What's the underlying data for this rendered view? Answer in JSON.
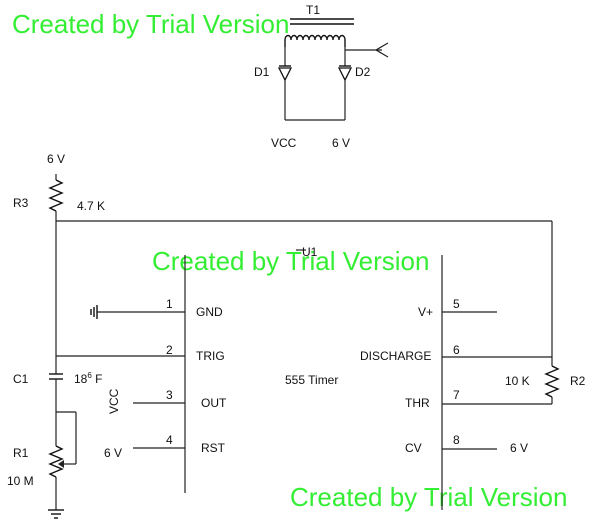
{
  "watermark": "Created by Trial Version",
  "transformer": {
    "ref": "T1"
  },
  "diodes": {
    "d1": "D1",
    "d2": "D2"
  },
  "rectifier_supply": {
    "vcc": "VCC",
    "voltage": "6 V"
  },
  "top_supply": {
    "voltage": "6 V"
  },
  "r3": {
    "ref": "R3",
    "value": "4.7 K"
  },
  "timer": {
    "ref": "U1",
    "name": "555 Timer",
    "pins": [
      {
        "num": "1",
        "label": "GND"
      },
      {
        "num": "2",
        "label": "TRIG"
      },
      {
        "num": "3",
        "label": "OUT"
      },
      {
        "num": "4",
        "label": "RST"
      },
      {
        "num": "5",
        "label": "V+"
      },
      {
        "num": "6",
        "label": "DISCHARGE"
      },
      {
        "num": "7",
        "label": "THR"
      },
      {
        "num": "8",
        "label": "CV"
      }
    ]
  },
  "c1": {
    "ref": "C1",
    "value_base": "18",
    "value_exp": "6",
    "value_unit": " F"
  },
  "r1": {
    "ref": "R1",
    "value": "10 M"
  },
  "r2": {
    "ref": "R2",
    "value": "10 K"
  },
  "net_labels": {
    "vcc_out": "VCC",
    "rst_supply": "6 V",
    "cv_supply": "6 V"
  }
}
